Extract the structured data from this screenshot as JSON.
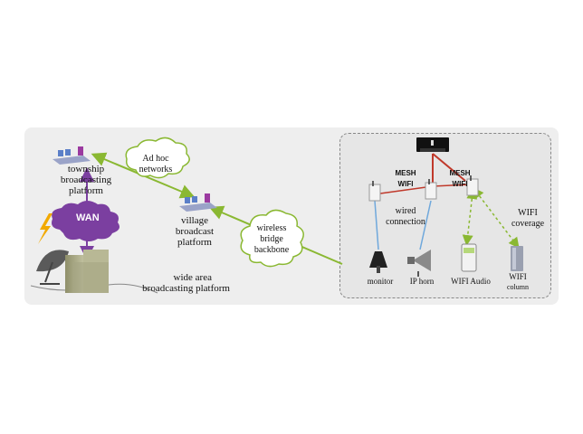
{
  "labels": {
    "township": [
      "township",
      "broadcasting",
      "platform"
    ],
    "adhoc": [
      "Ad hoc",
      "networks"
    ],
    "village": [
      "village",
      "broadcast",
      "platform"
    ],
    "wireless": [
      "wireless",
      "bridge",
      "backbone"
    ],
    "wan": "WAN",
    "wide_area": [
      "wide area",
      "broadcasting platform"
    ],
    "mesh_left": [
      "MESH",
      "WIFI"
    ],
    "mesh_right": [
      "MESH",
      "WIFI"
    ],
    "wired": [
      "wired",
      "connection"
    ],
    "wifi_coverage": [
      "WIFI",
      "coverage"
    ],
    "monitor": "monitor",
    "ip_horn": "IP horn",
    "wifi_audio": "WIFI Audio",
    "wifi_column": [
      "WIFI",
      "column"
    ]
  },
  "colors": {
    "panel_bg": "#eeeeee",
    "link_green": "#8ab832",
    "wan_purple": "#7b3fa0",
    "mesh_red": "#c0392b",
    "wired_blue": "#6fa8dc",
    "lightning": "#f2a900"
  },
  "icons": [
    "switch-icon",
    "cloud-icon",
    "satellite-dish-icon",
    "building-icon",
    "lightning-icon",
    "router-icon",
    "access-point-icon",
    "monitor-speaker-icon",
    "horn-icon",
    "wifi-audio-icon",
    "wifi-column-icon"
  ]
}
